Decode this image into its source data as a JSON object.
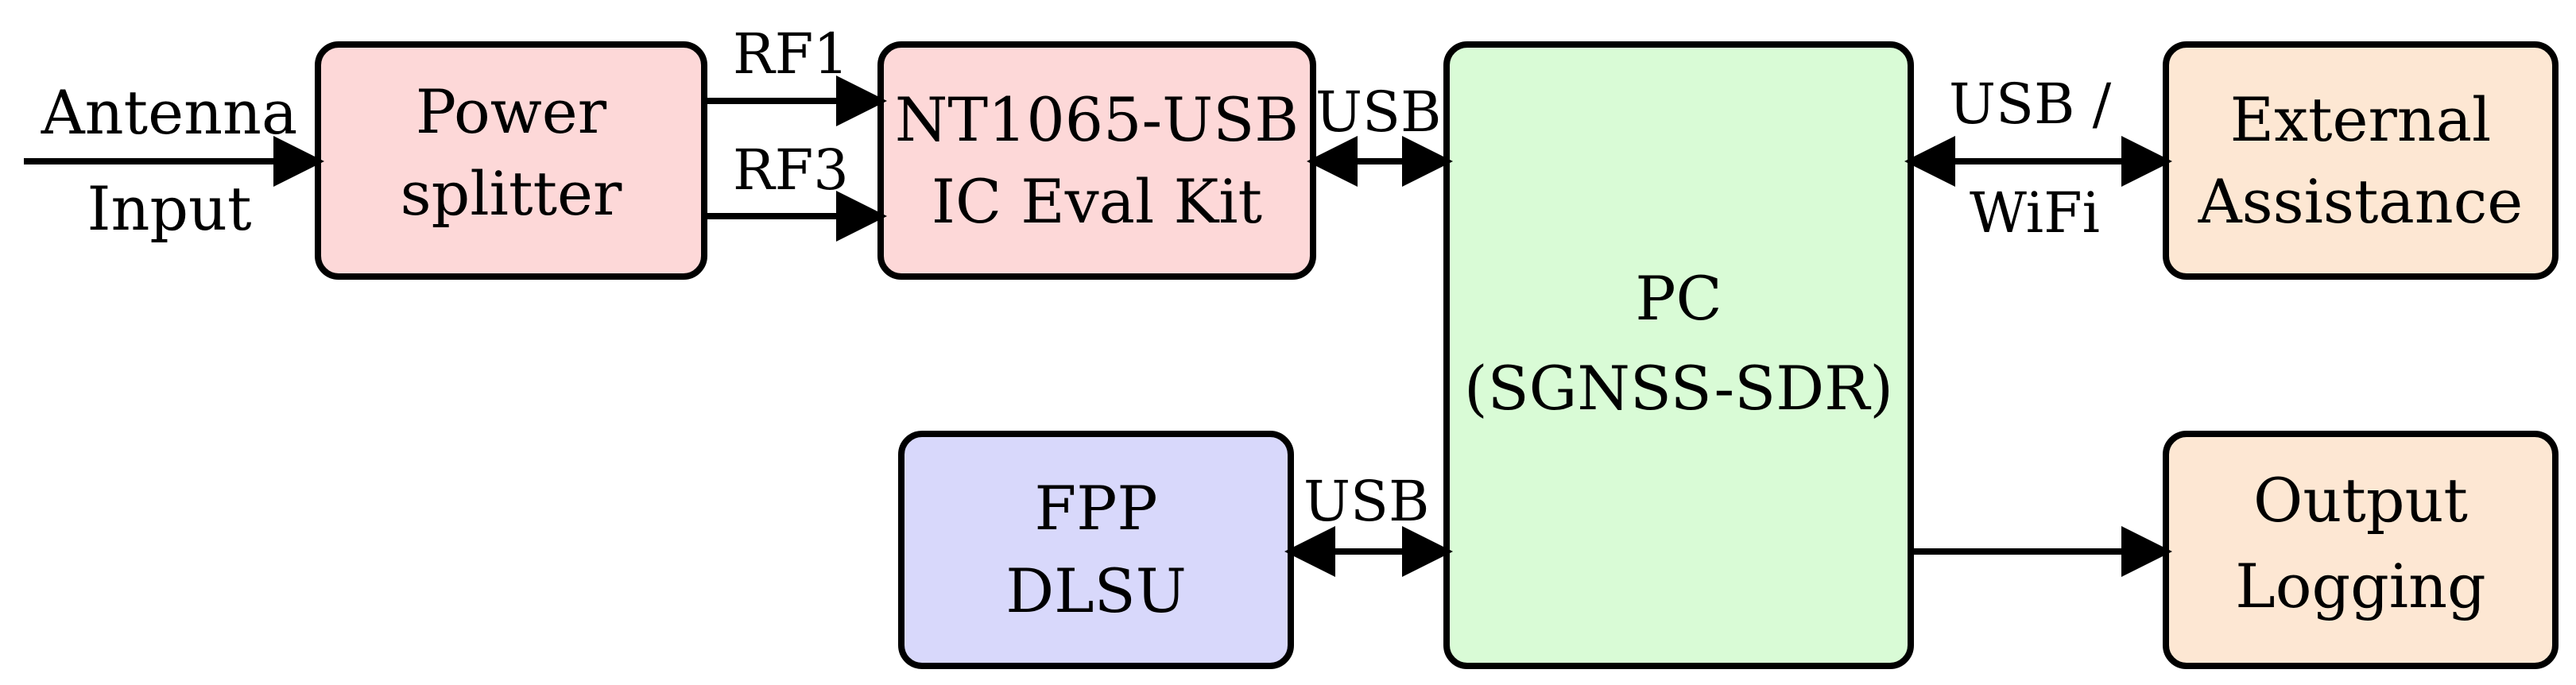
{
  "diagram": {
    "input": {
      "line1": "Antenna",
      "line2": "Input"
    },
    "nodes": {
      "splitter": {
        "line1": "Power",
        "line2": "splitter",
        "fill": "#fdd8d8"
      },
      "evalkit": {
        "line1": "NT1065-USB",
        "line2": "IC Eval Kit",
        "fill": "#fdd8d8"
      },
      "pc": {
        "line1": "PC",
        "line2": "(SGNSS-SDR)",
        "fill": "#d9fbd6"
      },
      "external": {
        "line1": "External",
        "line2": "Assistance",
        "fill": "#fde7d3"
      },
      "fpp": {
        "line1": "FPP",
        "line2": "DLSU",
        "fill": "#d8d8fb"
      },
      "output": {
        "line1": "Output",
        "line2": "Logging",
        "fill": "#fde7d3"
      }
    },
    "edges": {
      "rf1": "RF1",
      "rf3": "RF3",
      "usb_evalkit_pc": "USB",
      "usb_pc_external_line1": "USB /",
      "usb_pc_external_line2": "WiFi",
      "usb_fpp_pc": "USB"
    },
    "colors": {
      "stroke": "#000000",
      "background": "#ffffff"
    }
  }
}
